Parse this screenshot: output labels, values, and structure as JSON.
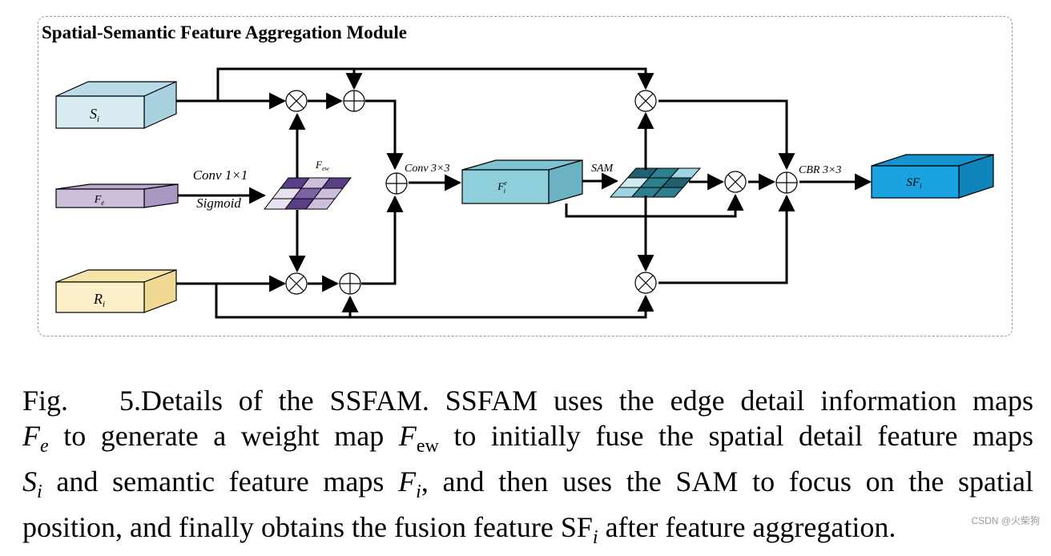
{
  "panel_title": "Spatial-Semantic Feature Aggregation Module",
  "blocks": {
    "si": {
      "symbol": "S",
      "sub": "i",
      "color": "#d8ecf2"
    },
    "fe": {
      "symbol": "F",
      "sub": "e",
      "color": "#cdbfdc"
    },
    "ri": {
      "symbol": "R",
      "sub": "i",
      "color": "#fdf0c8"
    },
    "fie": {
      "symbol": "F",
      "sub": "i",
      "sup": "e",
      "color": "#8fcfdc"
    },
    "sfi": {
      "symbol": "SF",
      "sub": "i",
      "color": "#1aa3e0"
    }
  },
  "labels": {
    "conv1": "Conv 1×1",
    "sigmoid": "Sigmoid",
    "few_symbol": "F",
    "few_sub": "ew",
    "conv3": "Conv 3×3",
    "sam": "SAM",
    "cbr": "CBR 3×3"
  },
  "caption": {
    "fig": "Fig. 5.",
    "line1": "Details of the SSFAM. SSFAM uses the edge detail information maps",
    "l2_fe": "F",
    "l2_fe_sub": "e",
    "l2_a": " to generate a weight map ",
    "l2_few": "F",
    "l2_few_sub": "ew",
    "l2_b": " to initially fuse the spatial detail feature maps",
    "l3_si": "S",
    "l3_si_sub": "i",
    "l3_a": " and semantic feature maps ",
    "l3_fi": "F",
    "l3_fi_sub": "i",
    "l3_b": ", and then uses the SAM to focus on the spatial",
    "l4_a": "position, and finally obtains the fusion feature SF",
    "l4_sub": "i",
    "l4_b": " after feature aggregation."
  },
  "watermark": "CSDN @火柴狗",
  "colors": {
    "few_grid": [
      "#5a3f86",
      "#cdbfdc",
      "#5a3f86",
      "#e8e1f0",
      "#7b62a3",
      "#cdbfdc",
      "#e8e1f0",
      "#5a3f86",
      "#cdbfdc"
    ],
    "sam_grid": [
      "#1f5f6e",
      "#2d7f90",
      "#9fd5e2",
      "#cfeaf1",
      "#2d7f90",
      "#1f5f6e",
      "#9fd5e2",
      "#2d7f90",
      "#2d7f90"
    ]
  }
}
